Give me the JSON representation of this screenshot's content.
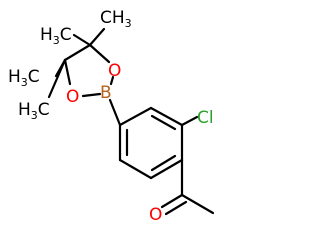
{
  "molecule": {
    "labels": {
      "ch3_top_left": {
        "main": "H",
        "sub": "3",
        "tail": "C"
      },
      "ch3_top_right": {
        "main": "CH",
        "sub": "3"
      },
      "ch3_mid_left": {
        "main": "H",
        "sub": "3",
        "tail": "C"
      },
      "ch3_bottom_left": {
        "main": "H",
        "sub": "3",
        "tail": "C"
      },
      "oxygen_upper": "O",
      "oxygen_lower": "O",
      "boron": "B",
      "chlorine": "Cl",
      "oxygen_carbonyl": "O"
    },
    "colors": {
      "bond": "#000000",
      "carbon_label": "#000000",
      "oxygen": "#ff0000",
      "boron": "#b5651d",
      "chlorine": "#2ca02c"
    }
  }
}
